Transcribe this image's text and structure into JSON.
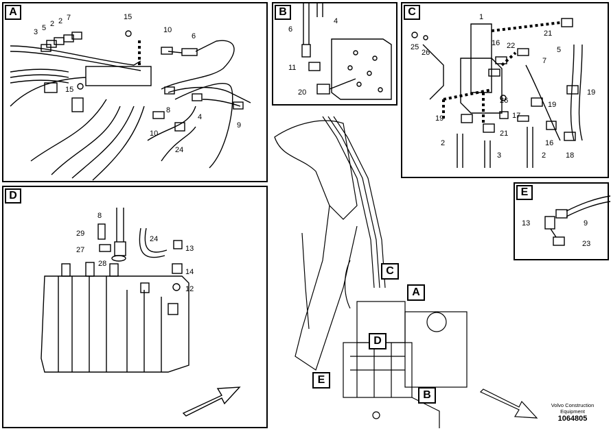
{
  "panels": [
    {
      "label": "A",
      "numbers": [
        "3",
        "5",
        "2",
        "7",
        "2",
        "15",
        "10",
        "6",
        "15",
        "8",
        "4",
        "10",
        "9",
        "24"
      ]
    },
    {
      "label": "B",
      "numbers": [
        "6",
        "4",
        "11",
        "20"
      ]
    },
    {
      "label": "C",
      "numbers": [
        "1",
        "21",
        "25",
        "26",
        "16",
        "22",
        "5",
        "7",
        "19",
        "19",
        "26",
        "17",
        "21",
        "19",
        "2",
        "3",
        "16",
        "2",
        "18"
      ]
    },
    {
      "label": "D",
      "numbers": [
        "8",
        "29",
        "24",
        "27",
        "13",
        "28",
        "14",
        "12"
      ]
    },
    {
      "label": "E",
      "numbers": [
        "13",
        "9",
        "23"
      ]
    }
  ],
  "callouts": [
    "C",
    "A",
    "D",
    "E",
    "B"
  ],
  "footer": {
    "line1": "Volvo Construction",
    "line2": "Equipment",
    "part_number": "1064805"
  },
  "colors": {
    "line": "#000000",
    "background": "#ffffff"
  }
}
